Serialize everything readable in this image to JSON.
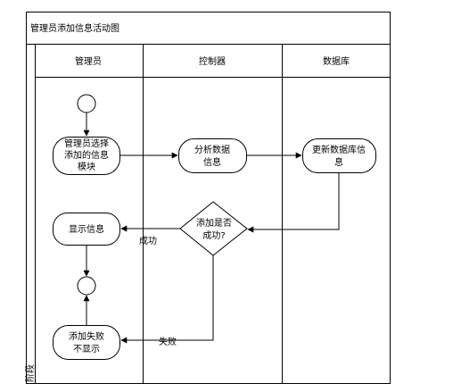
{
  "diagram": {
    "title": "管理员添加信息活动图",
    "side_label": "阶段",
    "lanes": [
      {
        "label": "管理员"
      },
      {
        "label": "控制器"
      },
      {
        "label": "数据库"
      }
    ],
    "nodes": {
      "select_module": [
        "管理员选择",
        "添加的信息",
        "模块"
      ],
      "analyze_data": [
        "分析数据",
        "信息"
      ],
      "update_db": [
        "更新数据库信",
        "息"
      ],
      "decision": [
        "添加是否",
        "成功?"
      ],
      "show_info": [
        "显示信息"
      ],
      "fail_no_show": [
        "添加失败",
        "不显示"
      ]
    },
    "edge_labels": {
      "success": "成功",
      "fail": "失败"
    }
  }
}
